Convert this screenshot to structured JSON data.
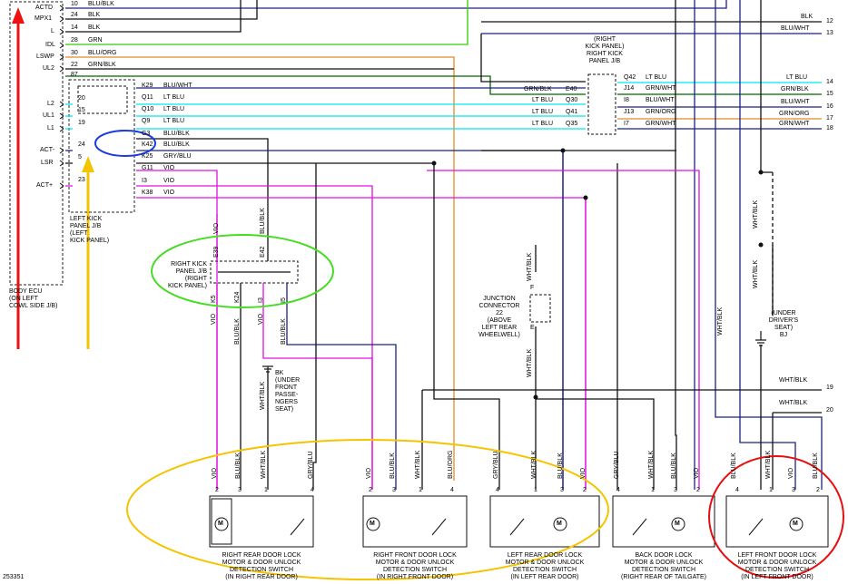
{
  "colors": {
    "blue": "#1a237e",
    "green": "#33cc00",
    "darkgreen": "#006600",
    "cyan": "#00e5ee",
    "orange": "#e08a2a",
    "magenta": "#e010e0",
    "red": "#ee1111",
    "yellow": "#f5c400",
    "circle_blue": "#1b3cdc",
    "circle_green": "#44dd22",
    "circle_red": "#e51010",
    "black": "#111111"
  },
  "ecu": {
    "pins": [
      "ACTD",
      "MPX1",
      "L",
      "IDL",
      "LSWP",
      "UL2",
      "L2",
      "UL1",
      "L1",
      "ACT-",
      "LSR",
      "ACT+"
    ],
    "label": "BODY ECU\n(ON LEFT\nCOWL SIDE J/B)"
  },
  "top_wires": [
    {
      "num": "10",
      "color": "BLU/BLK"
    },
    {
      "num": "24",
      "color": "BLK"
    },
    {
      "num": "14",
      "color": "BLK"
    },
    {
      "num": "28",
      "color": "GRN"
    },
    {
      "num": "30",
      "color": "BLU/ORG"
    },
    {
      "num": "22",
      "color": "GRN/BLK"
    },
    {
      "num": "87",
      "color": ""
    }
  ],
  "left_kick": {
    "label": "LEFT KICK\nPANEL J/B\n(LEFT\nKICK PANEL)",
    "inner_nums": [
      "20",
      "15",
      "19",
      "24",
      "5",
      "23"
    ],
    "outputs": [
      {
        "term": "K29",
        "color": "BLU/WHT"
      },
      {
        "term": "Q11",
        "color": "LT BLU"
      },
      {
        "term": "Q10",
        "color": "LT BLU"
      },
      {
        "term": "Q9",
        "color": "LT BLU"
      },
      {
        "term": "G3",
        "color": "BLU/BLK"
      },
      {
        "term": "K42",
        "color": "BLU/BLK"
      },
      {
        "term": "K25",
        "color": "GRY/BLU"
      },
      {
        "term": "G11",
        "color": "VIO"
      },
      {
        "term": "I3",
        "color": "VIO"
      },
      {
        "term": "K38",
        "color": "VIO"
      }
    ]
  },
  "mid_labels": [
    {
      "color": "GRN/BLK",
      "term": "E40"
    },
    {
      "color": "LT BLU",
      "term": "Q30"
    },
    {
      "color": "LT BLU",
      "term": "Q41"
    },
    {
      "color": "LT BLU",
      "term": "Q35"
    }
  ],
  "right_kick": {
    "label": "(RIGHT\nKICK PANEL)\nRIGHT KICK\nPANEL J/B",
    "terms": [
      {
        "term": "Q42",
        "color": "LT BLU"
      },
      {
        "term": "J14",
        "color": "GRN/WHT"
      },
      {
        "term": "I8",
        "color": "BLU/WHT"
      },
      {
        "term": "J13",
        "color": "GRN/ORG"
      },
      {
        "term": "I7",
        "color": "GRN/WHT"
      }
    ]
  },
  "right_edge": [
    {
      "color": "BLK",
      "num": "12"
    },
    {
      "color": "BLU/WHT",
      "num": "13"
    },
    {
      "color": "LT BLU",
      "num": "14"
    },
    {
      "color": "GRN/BLK",
      "num": "15"
    },
    {
      "color": "BLU/WHT",
      "num": "16"
    },
    {
      "color": "GRN/ORG",
      "num": "17"
    },
    {
      "color": "GRN/WHT",
      "num": "18"
    },
    {
      "color": "WHT/BLK",
      "num": "19"
    },
    {
      "color": "WHT/BLK",
      "num": "20"
    }
  ],
  "right_kick_jb": {
    "label": "RIGHT KICK\nPANEL J/B\n(RIGHT\nKICK PANEL)",
    "top_terms": [
      "E39",
      "E42"
    ],
    "top_colors": [
      "VIO",
      "BLU/BLK"
    ],
    "bottom_terms": [
      "K5",
      "K24",
      "I3",
      "I5"
    ],
    "bottom_colors": [
      "VIO",
      "BLU/BLK",
      "VIO",
      "BLU/BLK"
    ]
  },
  "grounds": [
    {
      "id": "BK",
      "label": "BK\n(UNDER\nFRONT\nPASSE-\nNGERS\nSEAT)"
    },
    {
      "id": "BJ",
      "label": "(UNDER\nDRIVER'S\nSEAT)\nBJ"
    }
  ],
  "junction": {
    "label": "JUNCTION\nCONNECTOR\n22\n(ABOVE\nLEFT REAR\nWHEELWELL)",
    "wire": "WHT/BLK",
    "pins": [
      "F",
      "E"
    ]
  },
  "vertical_wire_labels": [
    "WHT/BLK",
    "WHT/BLK",
    "WHT/BLK"
  ],
  "switches": [
    {
      "name": "RIGHT REAR DOOR LOCK\nMOTOR & DOOR UNLOCK\nDETECTION SWITCH\n(IN RIGHT REAR DOOR)",
      "pins": [
        "2",
        "3",
        "1",
        "4"
      ],
      "wires": [
        "VIO",
        "BLU/BLK",
        "WHT/BLK",
        "GRY/BLU"
      ]
    },
    {
      "name": "RIGHT FRONT DOOR LOCK\nMOTOR & DOOR UNLOCK\nDETECTION SWITCH\n(IN RIGHT FRONT DOOR)",
      "pins": [
        "2",
        "3",
        "1",
        "4"
      ],
      "wires": [
        "VIO",
        "BLU/BLK",
        "WHT/BLK",
        "BLU/ORG"
      ]
    },
    {
      "name": "LEFT REAR DOOR LOCK\nMOTOR & DOOR UNLOCK\nDETECTION SWITCH\n(IN LEFT REAR DOOR)",
      "pins": [
        "4",
        "1",
        "3",
        "2"
      ],
      "wires": [
        "GRY/BLU",
        "WHT/BLK",
        "BLU/BLK",
        "VIO"
      ]
    },
    {
      "name": "BACK DOOR LOCK\nMOTOR & DOOR UNLOCK\nDETECTION SWITCH\n(RIGHT REAR OF TAILGATE)",
      "pins": [
        "4",
        "1",
        "3",
        "2"
      ],
      "wires": [
        "GRY/BLU",
        "WHT/BLK",
        "BLU/BLK",
        "VIO"
      ]
    },
    {
      "name": "LEFT FRONT DOOR LOCK\nMOTOR & DOOR UNLOCK\nDETECTION SWITCH\n(IN LEFT FRONT DOOR)",
      "pins": [
        "4",
        "1",
        "3",
        "2"
      ],
      "wires": [
        "BLU/BLK",
        "WHT/BLK",
        "VIO",
        "BLU/BLK"
      ]
    }
  ],
  "motor_symbol": "M",
  "footer_code": "253351"
}
